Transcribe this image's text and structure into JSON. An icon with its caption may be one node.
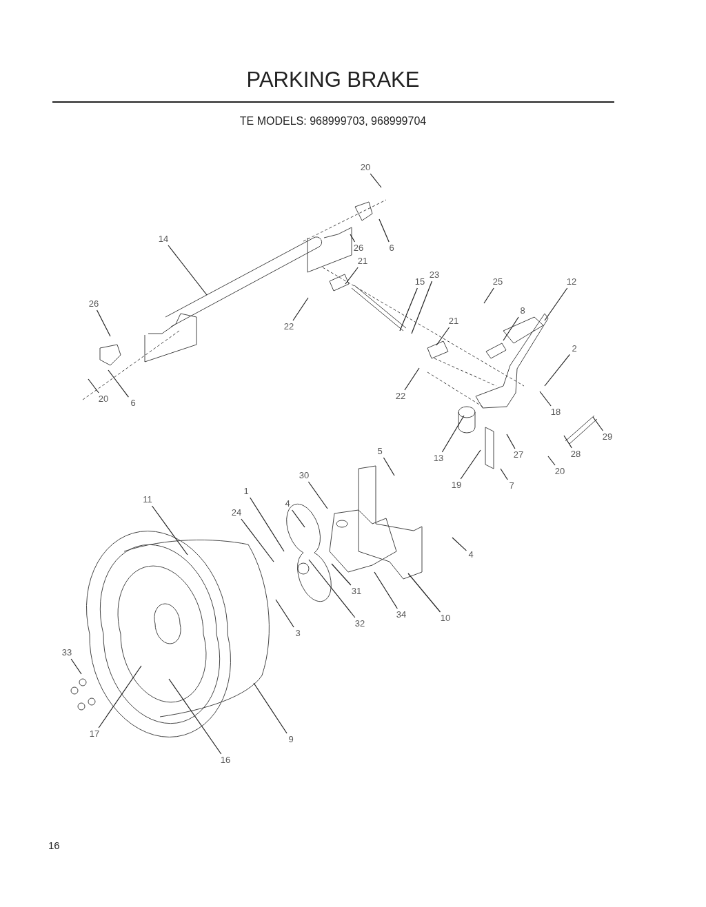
{
  "diagram": {
    "title": "PARKING BRAKE",
    "nodes": [
      {
        "text": [
          "20"
        ]
      },
      {
        "text": [
          "6"
        ]
      },
      {
        "text": [
          "26"
        ]
      },
      {
        "text": [
          "14"
        ]
      },
      {
        "text": [
          "21"
        ]
      },
      {
        "text": [
          "15"
        ]
      },
      {
        "text": [
          "23"
        ]
      },
      {
        "text": [
          "25"
        ]
      },
      {
        "text": [
          "12"
        ]
      },
      {
        "text": [
          "8"
        ]
      },
      {
        "text": [
          "26"
        ]
      },
      {
        "text": [
          "22"
        ]
      },
      {
        "text": [
          "21"
        ]
      },
      {
        "text": [
          "2"
        ]
      },
      {
        "text": [
          "6"
        ]
      },
      {
        "text": [
          "20"
        ]
      },
      {
        "text": [
          "22"
        ]
      },
      {
        "text": [
          "18"
        ]
      },
      {
        "text": [
          "13"
        ]
      },
      {
        "text": [
          "29"
        ]
      },
      {
        "text": [
          "27"
        ]
      },
      {
        "text": [
          "28"
        ]
      },
      {
        "text": [
          "5"
        ]
      },
      {
        "text": [
          "20"
        ]
      },
      {
        "text": [
          "19"
        ]
      },
      {
        "text": [
          "7"
        ]
      },
      {
        "text": [
          "30"
        ]
      },
      {
        "text": [
          "11"
        ]
      },
      {
        "text": [
          "1"
        ]
      },
      {
        "text": [
          "4"
        ]
      },
      {
        "text": [
          "24"
        ]
      },
      {
        "text": [
          "4"
        ]
      },
      {
        "text": [
          "31"
        ]
      },
      {
        "text": [
          "32"
        ]
      },
      {
        "text": [
          "34"
        ]
      },
      {
        "text": [
          "10"
        ]
      },
      {
        "text": [
          "3"
        ]
      },
      {
        "text": [
          "33"
        ]
      },
      {
        "text": [
          "17"
        ]
      },
      {
        "text": [
          "16"
        ]
      },
      {
        "text": [
          "9"
        ]
      }
    ],
    "edges": [
      {
        "from": 0,
        "to": null,
        "arrow": "none"
      },
      {
        "from": 1,
        "to": null,
        "arrow": "none"
      },
      {
        "from": 2,
        "to": null,
        "arrow": "none"
      },
      {
        "from": 3,
        "to": null,
        "arrow": "none"
      },
      {
        "from": 4,
        "to": null,
        "arrow": "none"
      },
      {
        "from": 5,
        "to": null,
        "arrow": "none"
      },
      {
        "from": 6,
        "to": null,
        "arrow": "none"
      },
      {
        "from": 7,
        "to": null,
        "arrow": "none"
      },
      {
        "from": 8,
        "to": null,
        "arrow": "none"
      },
      {
        "from": 9,
        "to": null,
        "arrow": "none"
      },
      {
        "from": 10,
        "to": null,
        "arrow": "none"
      },
      {
        "from": 11,
        "to": null,
        "arrow": "none"
      },
      {
        "from": 12,
        "to": null,
        "arrow": "none"
      },
      {
        "from": 13,
        "to": null,
        "arrow": "none"
      },
      {
        "from": 14,
        "to": null,
        "arrow": "none"
      },
      {
        "from": 15,
        "to": null,
        "arrow": "none"
      },
      {
        "from": 16,
        "to": null,
        "arrow": "none"
      },
      {
        "from": 17,
        "to": null,
        "arrow": "none"
      },
      {
        "from": 18,
        "to": null,
        "arrow": "none"
      },
      {
        "from": 19,
        "to": null,
        "arrow": "none"
      },
      {
        "from": 20,
        "to": null,
        "arrow": "none"
      },
      {
        "from": 21,
        "to": null,
        "arrow": "none"
      },
      {
        "from": 22,
        "to": null,
        "arrow": "none"
      },
      {
        "from": 23,
        "to": null,
        "arrow": "none"
      },
      {
        "from": 24,
        "to": null,
        "arrow": "none"
      },
      {
        "from": 25,
        "to": null,
        "arrow": "none"
      },
      {
        "from": 26,
        "to": null,
        "arrow": "none"
      },
      {
        "from": 27,
        "to": null,
        "arrow": "none"
      },
      {
        "from": 28,
        "to": null,
        "arrow": "none"
      },
      {
        "from": 29,
        "to": null,
        "arrow": "none"
      },
      {
        "from": 30,
        "to": null,
        "arrow": "none"
      },
      {
        "from": 31,
        "to": null,
        "arrow": "none"
      },
      {
        "from": 32,
        "to": null,
        "arrow": "none"
      },
      {
        "from": 33,
        "to": null,
        "arrow": "none"
      },
      {
        "from": 34,
        "to": null,
        "arrow": "none"
      },
      {
        "from": 35,
        "to": null,
        "arrow": "none"
      },
      {
        "from": 36,
        "to": null,
        "arrow": "none"
      },
      {
        "from": 37,
        "to": null,
        "arrow": "none"
      },
      {
        "from": 38,
        "to": null,
        "arrow": "none"
      },
      {
        "from": 39,
        "to": null,
        "arrow": "none"
      },
      {
        "from": 40,
        "to": null,
        "arrow": "none"
      }
    ],
    "labels": [
      "TE MODELS: 968999703, 968999704",
      "16"
    ]
  }
}
